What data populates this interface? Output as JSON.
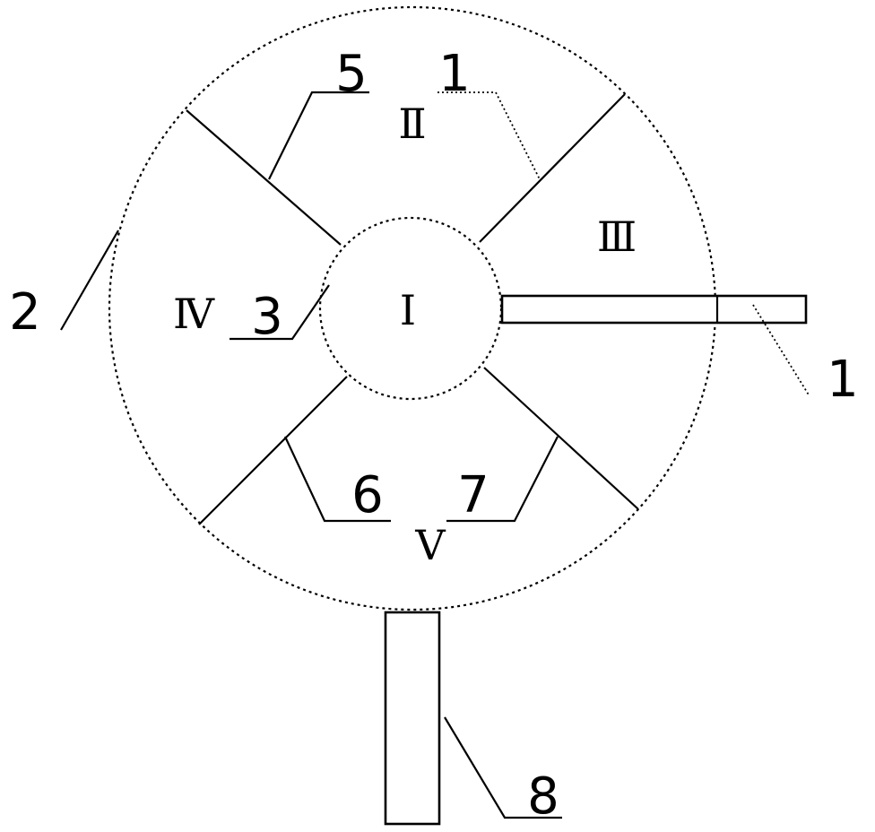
{
  "figure": {
    "regions": {
      "center": "Ⅰ",
      "top": "Ⅱ",
      "right": "Ⅲ",
      "left": "Ⅳ",
      "bottom": "Ⅴ"
    },
    "callouts": {
      "c1_top": "1",
      "c1_right": "1",
      "c2": "2",
      "c3": "3",
      "c5": "5",
      "c6": "6",
      "c7": "7",
      "c8": "8"
    }
  }
}
